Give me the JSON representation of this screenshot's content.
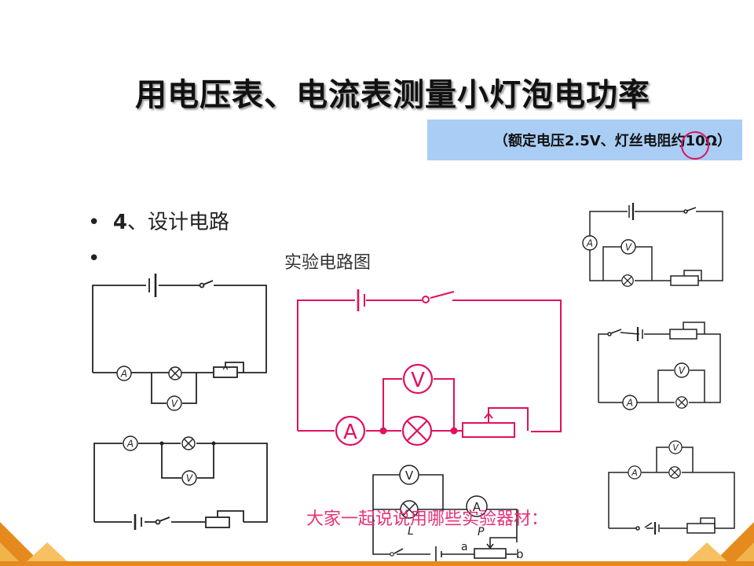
{
  "title": "用电压表、电流表测量小灯泡电功率",
  "note": "（额定电压2.5V、灯丝电阻约10Ω）",
  "bullets": [
    {
      "marker": "•",
      "number": "4",
      "text": "、设计电路"
    },
    {
      "marker": "•",
      "number": "",
      "text": ""
    }
  ],
  "caption": "实验电路图",
  "prompt": "大家一起说说用哪些实验器材：",
  "symbols": {
    "ammeter": "A",
    "voltmeter": "V"
  },
  "bottom_circuit_labels": {
    "lamp": "L",
    "slider": "P",
    "end_a": "a",
    "end_b": "b"
  },
  "colors": {
    "note_bg": "#a9cdf4",
    "main_circuit": "#e0105e",
    "highlight": "#e0105e",
    "prompt": "#e8327a",
    "corner": "#e48a1e"
  }
}
